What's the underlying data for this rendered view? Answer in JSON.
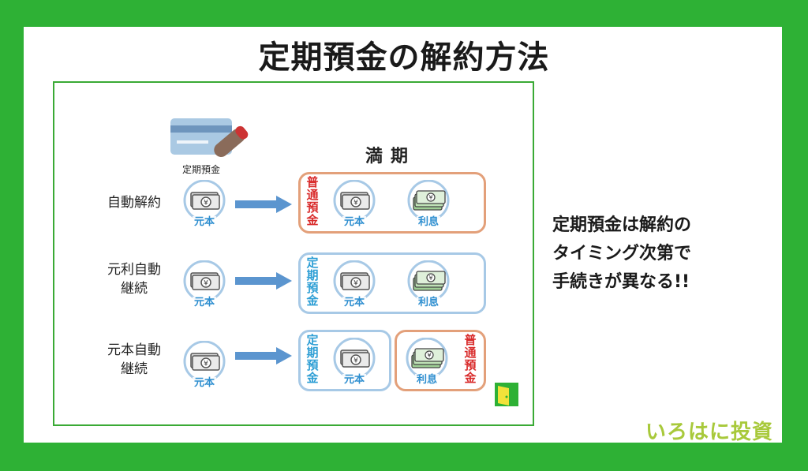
{
  "title": "定期預金の解約方法",
  "card_label": "定期預金",
  "maturity_label": "満期",
  "rows": [
    {
      "label": "自動解約",
      "label_line2": ""
    },
    {
      "label": "元利自動",
      "label_line2": "継続"
    },
    {
      "label": "元本自動",
      "label_line2": "継続"
    }
  ],
  "terms": {
    "principal": "元本",
    "interest": "利息",
    "ordinary_deposit": "普通預金",
    "time_deposit": "定期預金"
  },
  "side_text": [
    "定期預金は解約の",
    "タイミング次第で",
    "手続きが異なる!!"
  ],
  "brand": "いろはに投資",
  "colors": {
    "background_green": "#2eb135",
    "arrow_blue": "#5b95cf",
    "ordinary_red": "#d92c2c",
    "time_deposit_blue": "#2f9fd5",
    "orange_frame": "#e3a07a",
    "blue_frame": "#a7c9e6"
  }
}
